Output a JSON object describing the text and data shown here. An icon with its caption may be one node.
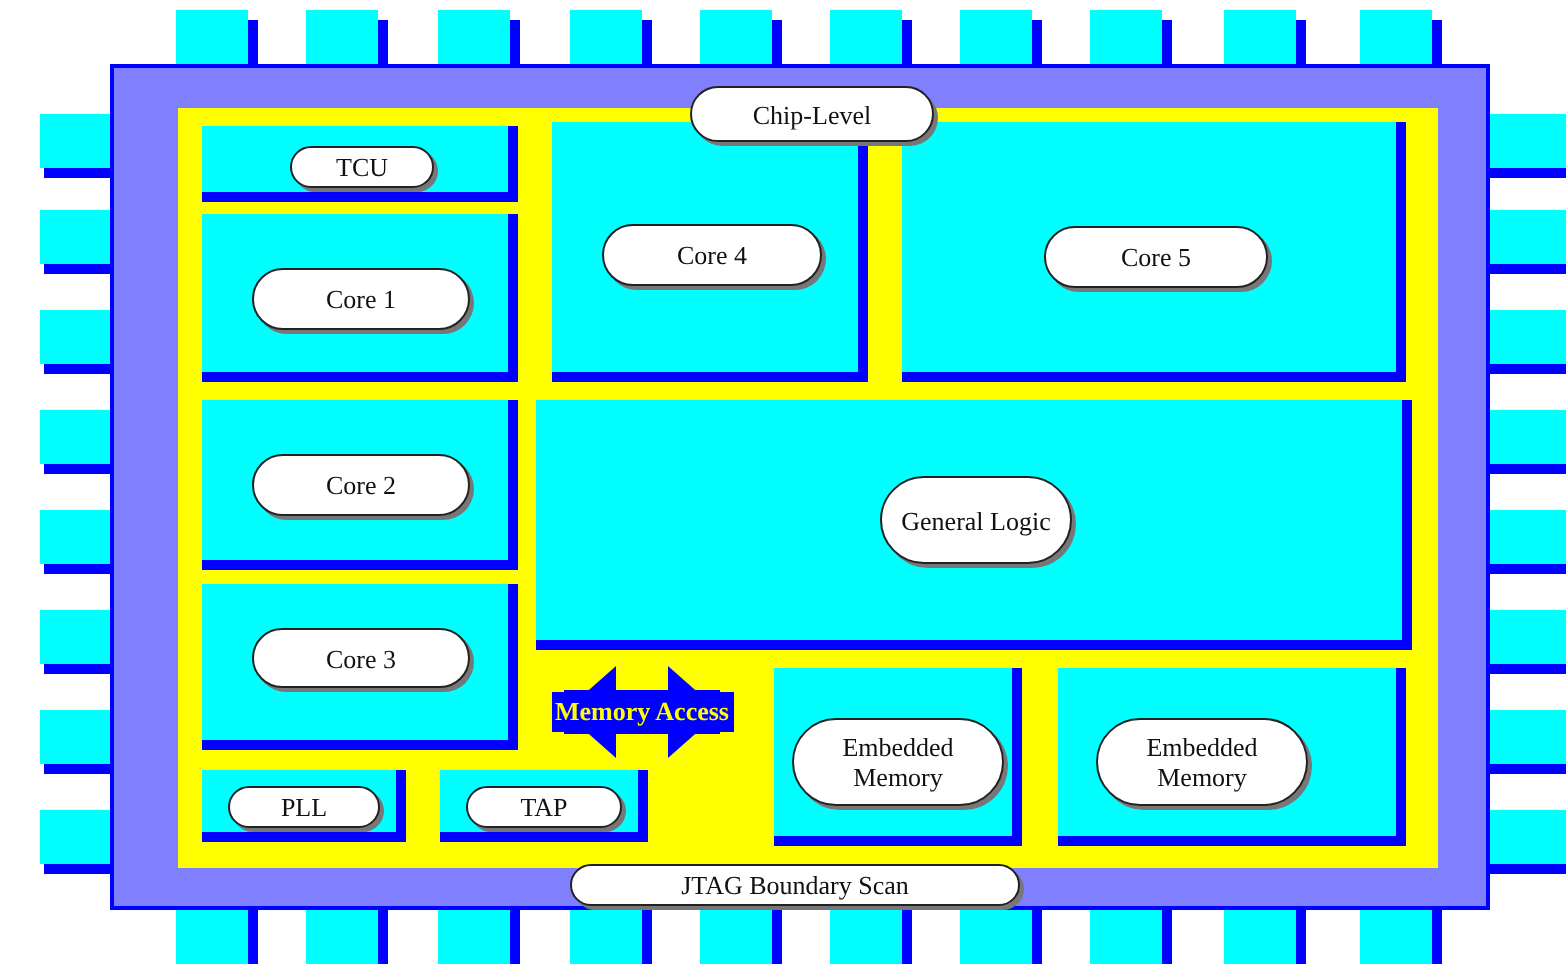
{
  "diagram": {
    "nodes": [
      {
        "text": [
          "JTAG Boundary Scan"
        ]
      },
      {
        "text": [
          "Chip-Level"
        ],
        "in": 0
      },
      {
        "text": [
          "TCU"
        ],
        "in": 1
      },
      {
        "text": [
          "Core 1"
        ],
        "in": 1
      },
      {
        "text": [
          "Core 4"
        ],
        "in": 1
      },
      {
        "text": [
          "Core 5"
        ],
        "in": 1
      },
      {
        "text": [
          "Core 2"
        ],
        "in": 1
      },
      {
        "text": [
          "General Logic"
        ],
        "in": 1
      },
      {
        "text": [
          "Core 3"
        ],
        "in": 1
      },
      {
        "text": [
          "Embedded Memory"
        ],
        "in": 1
      },
      {
        "text": [
          "Embedded Memory"
        ],
        "in": 1
      },
      {
        "text": [
          "PLL"
        ],
        "in": 1
      },
      {
        "text": [
          "TAP"
        ],
        "in": 1
      }
    ],
    "edges": [
      {
        "from": 8,
        "to": 9,
        "arrow": "both",
        "label": "Memory Access"
      }
    ]
  }
}
